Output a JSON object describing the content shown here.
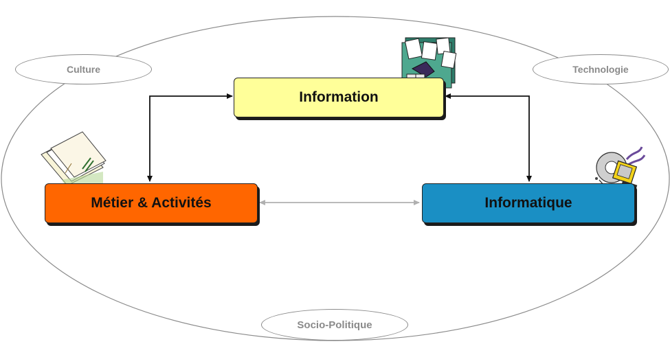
{
  "diagram": {
    "nodes": {
      "information": "Information",
      "metier": "Métier & Activités",
      "informatique": "Informatique"
    },
    "context": {
      "culture": "Culture",
      "technologie": "Technologie",
      "socio_politique": "Socio-Politique"
    },
    "colors": {
      "information_fill": "#ffff99",
      "metier_fill": "#ff6600",
      "informatique_fill": "#1a8fc4",
      "context_text": "#8a8a8a",
      "arrow_dark": "#111111",
      "arrow_light": "#b0b0b0"
    },
    "icons": [
      "documents-clipart-icon",
      "folder-papers-clipart-icon",
      "computer-gears-clipart-icon"
    ]
  }
}
